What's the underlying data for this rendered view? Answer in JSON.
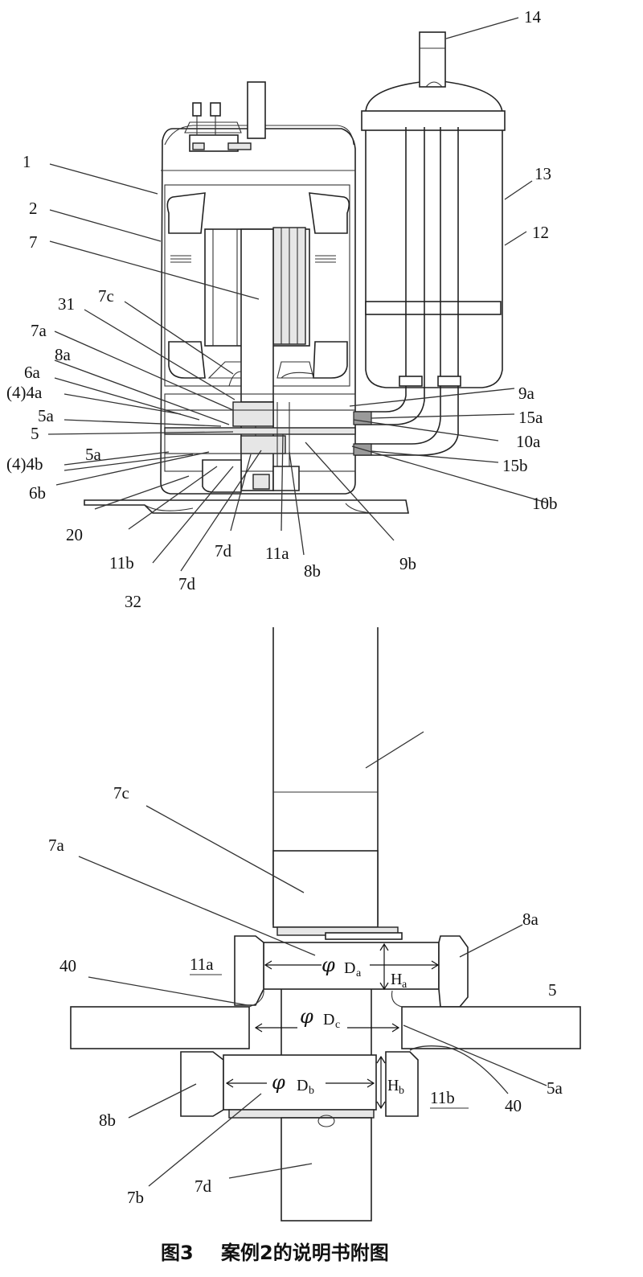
{
  "top_labels": {
    "l1": "1",
    "l2": "2",
    "l7": "7",
    "l7c": "7c",
    "l31": "31",
    "l7a": "7a",
    "l8a": "8a",
    "l6a": "6a",
    "l4a": "(4)4a",
    "l5a_1": "5a",
    "l5": "5",
    "l5a_2": "5a",
    "l4b": "(4)4b",
    "l6b": "6b",
    "l20": "20",
    "l11b": "11b",
    "l32": "32",
    "l7d_1": "7d",
    "l7d_2": "7d",
    "l11a": "11a",
    "l8b": "8b",
    "l9b": "9b",
    "l10b": "10b",
    "l15b": "15b",
    "l10a": "10a",
    "l15a": "15a",
    "l9a": "9a",
    "l12": "12",
    "l13": "13",
    "l14": "14"
  },
  "bottom_labels": {
    "l7c": "7c",
    "l7a": "7a",
    "l8a": "8a",
    "l11a": "11a",
    "l40_left": "40",
    "l5": "5",
    "l5a": "5a",
    "l40_right": "40",
    "l11b": "11b",
    "l8b": "8b",
    "l7b": "7b",
    "l7d": "7d"
  },
  "dimensions": {
    "phi": "φ",
    "Da_main": "D",
    "Da_sub": "a",
    "Ha_main": "H",
    "Ha_sub": "a",
    "Dc_main": "D",
    "Dc_sub": "c",
    "Db_main": "D",
    "Db_sub": "b",
    "Hb_main": "H",
    "Hb_sub": "b"
  },
  "caption": {
    "figure": "图3",
    "text": "案例2的说明书附图"
  }
}
